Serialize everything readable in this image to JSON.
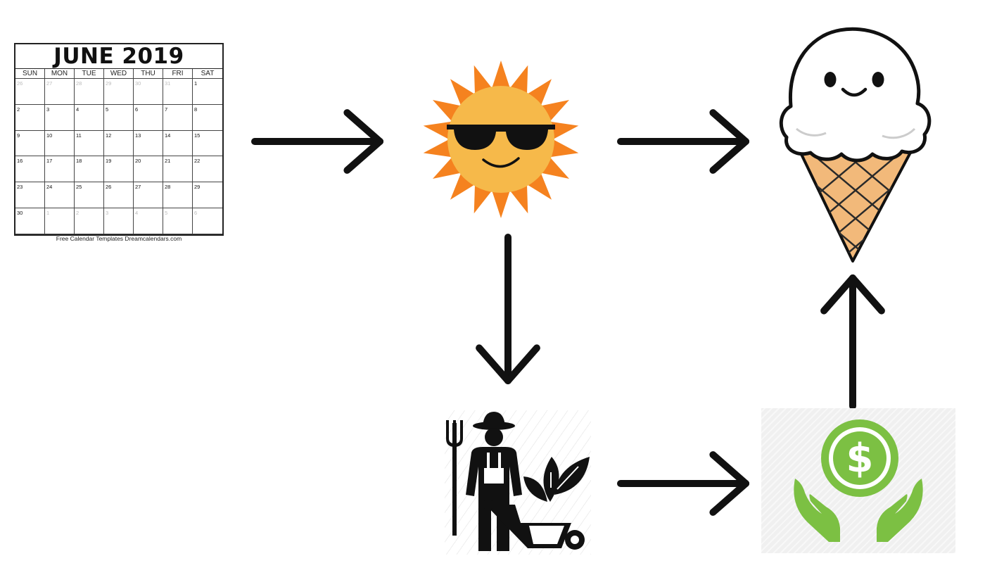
{
  "calendar": {
    "title": "JUNE 2019",
    "weekdays": [
      "SUN",
      "MON",
      "TUE",
      "WED",
      "THU",
      "FRI",
      "SAT"
    ],
    "days": [
      "26",
      "27",
      "28",
      "29",
      "30",
      "31",
      "1",
      "2",
      "3",
      "4",
      "5",
      "6",
      "7",
      "8",
      "9",
      "10",
      "11",
      "12",
      "13",
      "14",
      "15",
      "16",
      "17",
      "18",
      "19",
      "20",
      "21",
      "22",
      "23",
      "24",
      "25",
      "26",
      "27",
      "28",
      "29",
      "30",
      "1",
      "2",
      "3",
      "4",
      "5",
      "6"
    ],
    "muted_days": [
      0,
      1,
      2,
      3,
      4,
      5,
      36,
      37,
      38,
      39,
      40,
      41
    ],
    "footer": "Free Calendar Templates Dreamcalendars.com"
  },
  "nodes": [
    {
      "id": "calendar",
      "icon": "calendar-icon"
    },
    {
      "id": "sun",
      "icon": "sun-with-sunglasses-icon"
    },
    {
      "id": "ice-cream",
      "icon": "ice-cream-cone-icon"
    },
    {
      "id": "farmer",
      "icon": "farmer-with-wheelbarrow-icon"
    },
    {
      "id": "money",
      "icon": "money-in-hands-icon"
    }
  ],
  "edges": [
    {
      "from": "calendar",
      "to": "sun"
    },
    {
      "from": "sun",
      "to": "ice-cream"
    },
    {
      "from": "sun",
      "to": "farmer"
    },
    {
      "from": "farmer",
      "to": "money"
    },
    {
      "from": "money",
      "to": "ice-cream"
    }
  ],
  "colors": {
    "arrow": "#111111",
    "sun_outer": "#f5821f",
    "sun_inner": "#f6b94a",
    "money_green": "#7cc043",
    "cone": "#f2b97a",
    "cone_lines": "#2a2a2a"
  }
}
